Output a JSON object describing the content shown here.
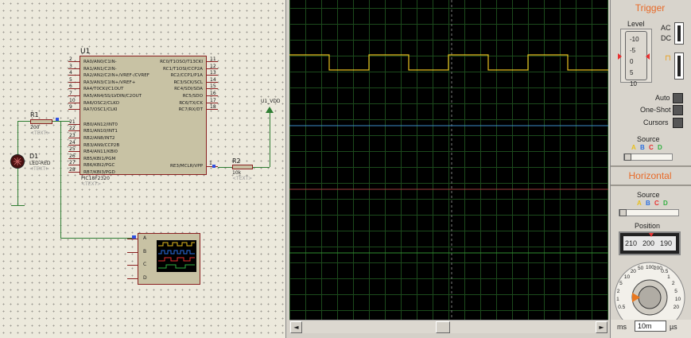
{
  "schematic": {
    "chip": {
      "ref": "U1",
      "part": "PIC18F2320",
      "text_placeholder": "<TEXT>",
      "left_pins": [
        {
          "num": "2",
          "name": "RA0/AN0/C1IN-"
        },
        {
          "num": "3",
          "name": "RA1/AN1/C2IN-"
        },
        {
          "num": "4",
          "name": "RA2/AN2/C2IN+/VREF-/CVREF"
        },
        {
          "num": "5",
          "name": "RA3/AN3/C1IN+/VREF+"
        },
        {
          "num": "6",
          "name": "RA4/T0CKI/C1OUT"
        },
        {
          "num": "7",
          "name": "RA5/AN4/SS/LVDIN/C2OUT"
        },
        {
          "num": "10",
          "name": "RA6/OSC2/CLKO"
        },
        {
          "num": "9",
          "name": "RA7/OSC1/CLKI"
        },
        {
          "num": "21",
          "name": "RB0/AN12/INT0"
        },
        {
          "num": "22",
          "name": "RB1/AN10/INT1"
        },
        {
          "num": "23",
          "name": "RB2/AN8/INT2"
        },
        {
          "num": "24",
          "name": "RB3/AN9/CCP2B"
        },
        {
          "num": "25",
          "name": "RB4/AN11/KBI0"
        },
        {
          "num": "26",
          "name": "RB5/KBI1/PGM"
        },
        {
          "num": "27",
          "name": "RB6/KBI2/PGC"
        },
        {
          "num": "28",
          "name": "RB7/KBI3/PGD"
        }
      ],
      "right_pins": [
        {
          "num": "11",
          "name": "RC0/T1OSO/T13CKI"
        },
        {
          "num": "12",
          "name": "RC1/T1OSI/CCP2A"
        },
        {
          "num": "13",
          "name": "RC2/CCP1/P1A"
        },
        {
          "num": "14",
          "name": "RC3/SCK/SCL"
        },
        {
          "num": "15",
          "name": "RC4/SDI/SDA"
        },
        {
          "num": "16",
          "name": "RC5/SDO"
        },
        {
          "num": "17",
          "name": "RC6/TX/CK"
        },
        {
          "num": "18",
          "name": "RC7/RX/DT"
        }
      ],
      "mclr_pin": {
        "num": "1",
        "name": "RE3/MCLR/VPP"
      }
    },
    "r1": {
      "ref": "R1",
      "value": "200",
      "text": "<TEXT>"
    },
    "r2": {
      "ref": "R2",
      "value": "10k",
      "text": "<TEXT>"
    },
    "d1": {
      "ref": "D1",
      "value": "LED-RED",
      "text": "<TEXT>"
    },
    "vdd_label": "U1_VDD",
    "probe_channels": [
      "A",
      "B",
      "C",
      "D"
    ]
  },
  "scope": {
    "left_arrow": "◄",
    "right_arrow": "►",
    "scroll_position": 0.48
  },
  "controls": {
    "trigger_title": "Trigger",
    "level_label": "Level",
    "level_ticks": [
      "-10",
      "-5",
      "0",
      "5",
      "10"
    ],
    "ac_label": "AC",
    "dc_label": "DC",
    "auto_label": "Auto",
    "oneshot_label": "One-Shot",
    "cursors_label": "Cursors",
    "source_label": "Source",
    "abcd": [
      "A",
      "B",
      "C",
      "D"
    ],
    "horizontal_title": "Horizontal",
    "h_source_label": "Source",
    "position_label": "Position",
    "position_values": [
      "210",
      "200",
      "190"
    ],
    "timebase_scale": [
      "0.5",
      "1",
      "2",
      "5",
      "10",
      "20",
      "50",
      "100",
      "200",
      "0.5",
      "1",
      "2",
      "5",
      "10",
      "20"
    ],
    "unit_ms": "ms",
    "timebase_value": "10m",
    "unit_us": "µs",
    "colors": {
      "title": "#e86a28",
      "a": "#e8c020",
      "b": "#2a6ee0",
      "c": "#e83030",
      "d": "#30b040"
    }
  }
}
